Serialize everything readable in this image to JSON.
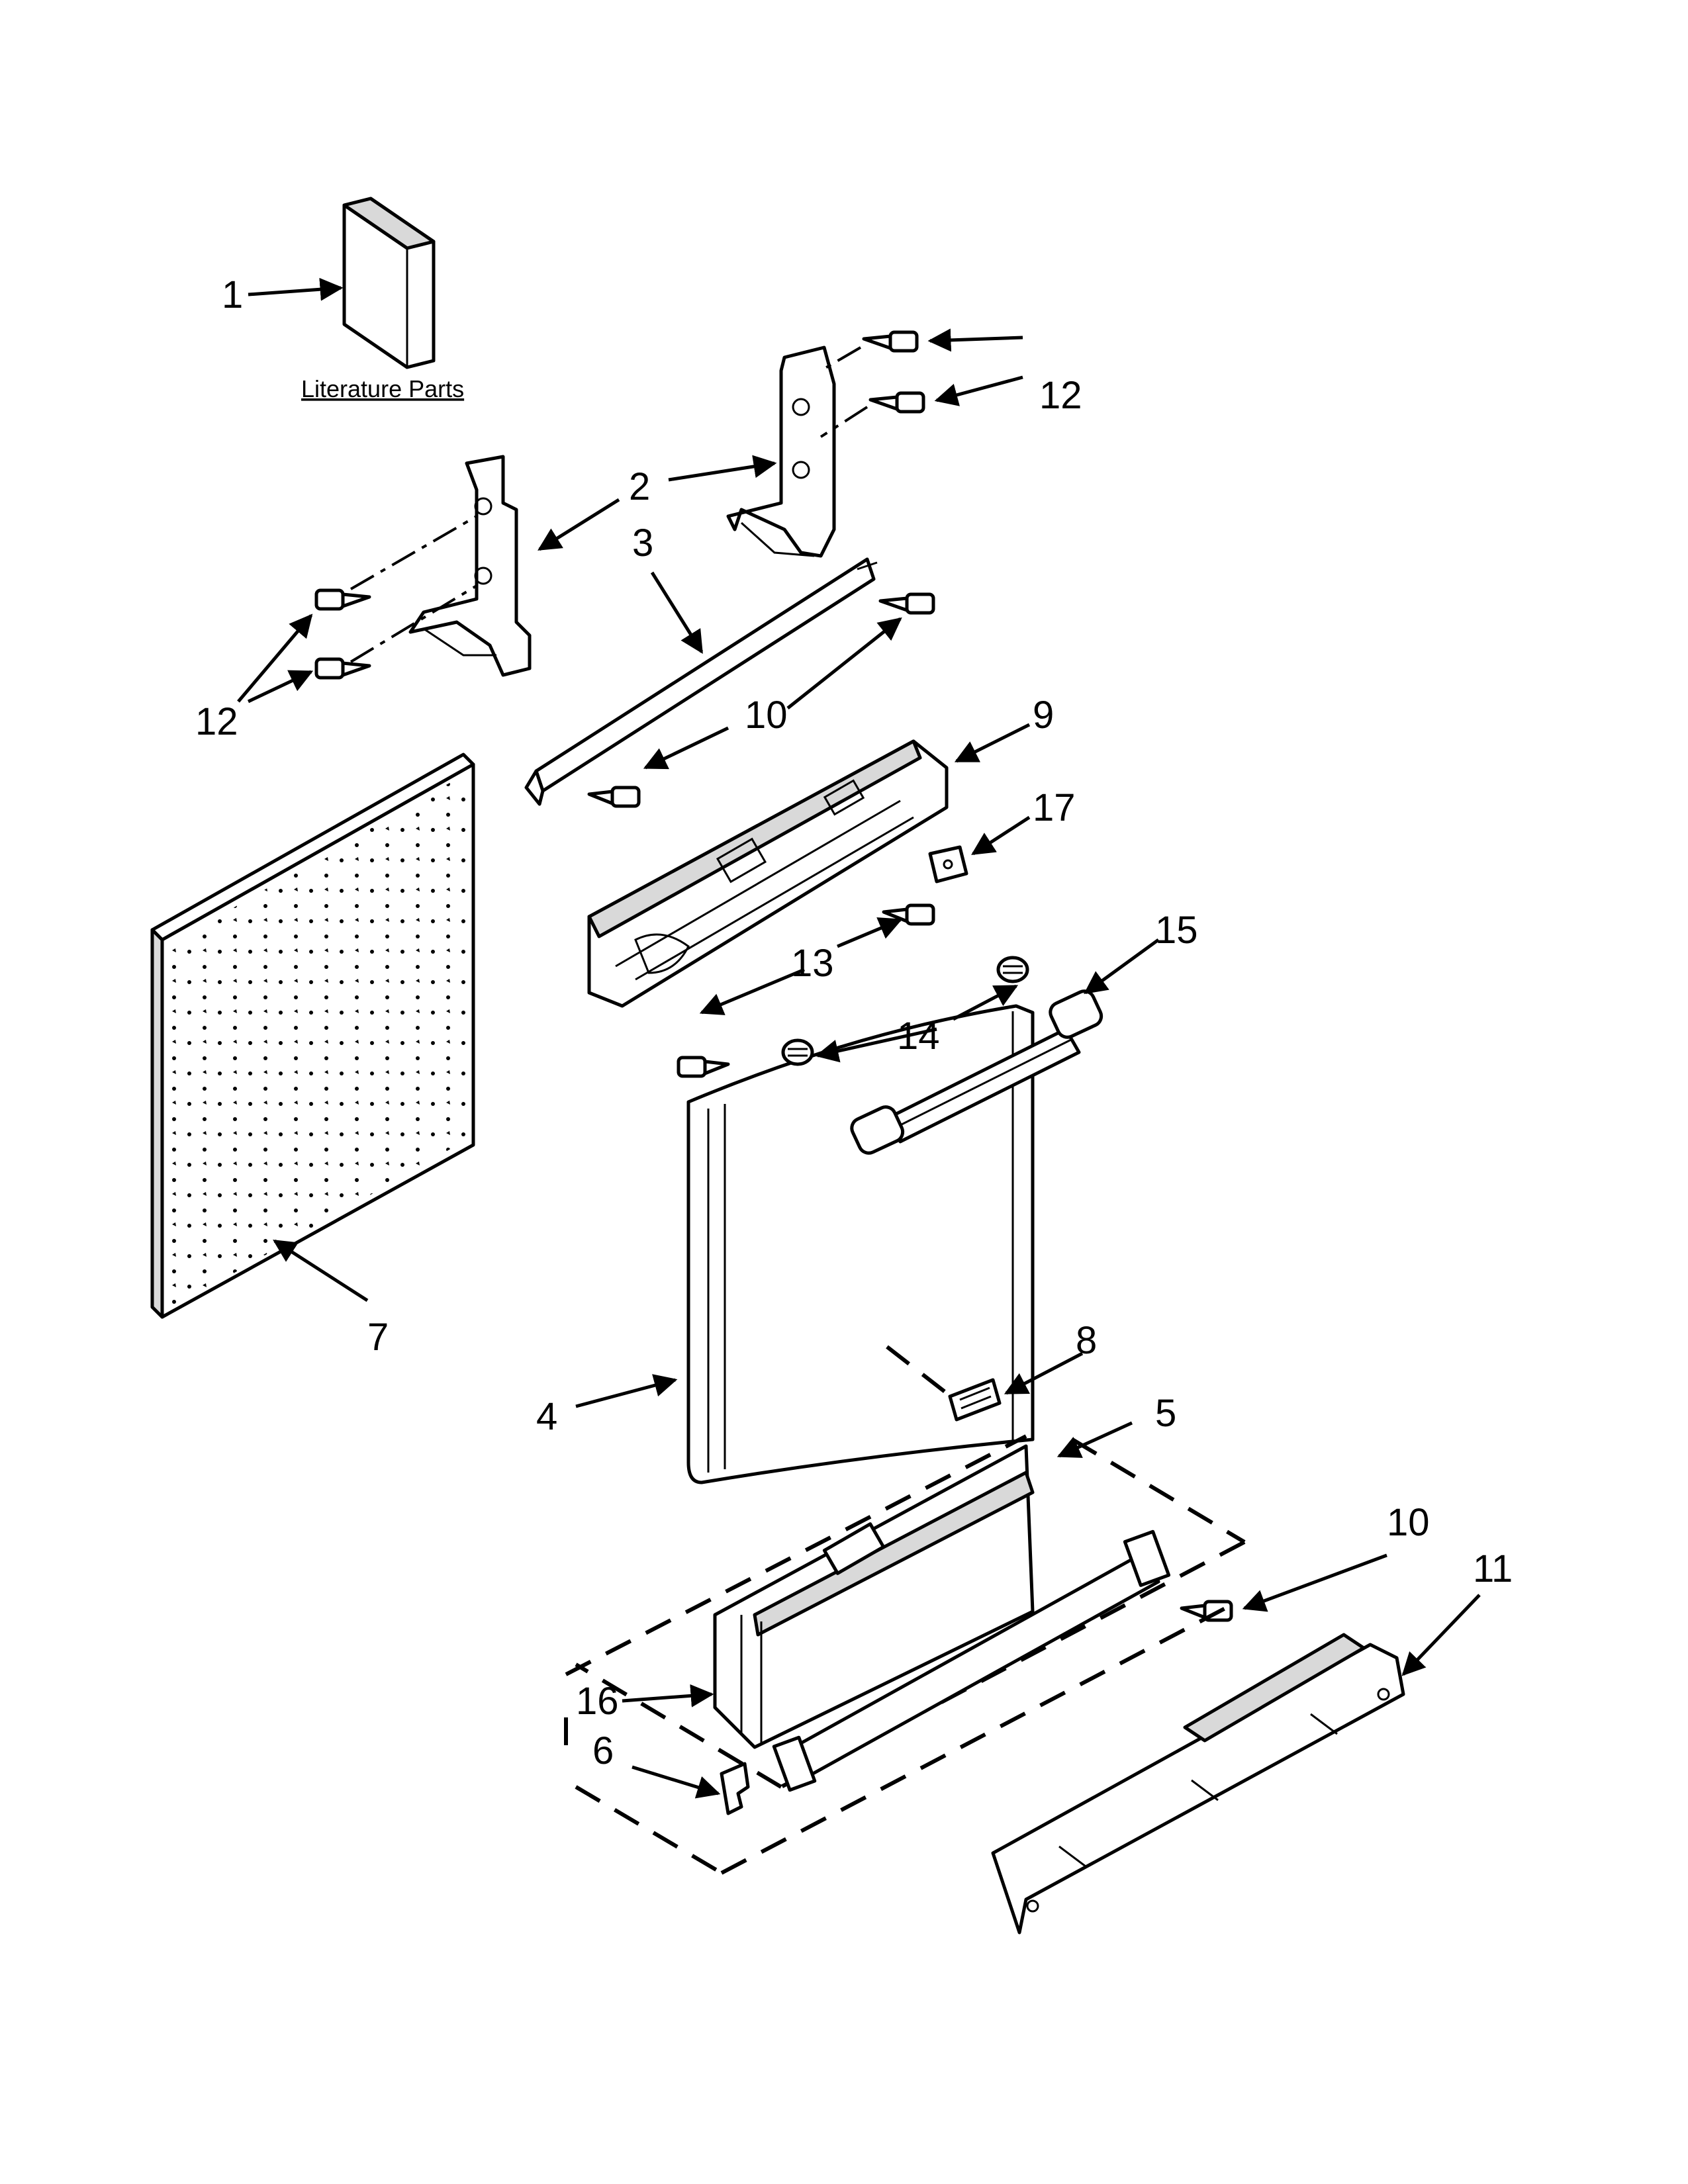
{
  "literature_label": "Literature Parts",
  "callouts": {
    "c1": "1",
    "c2": "2",
    "c3": "3",
    "c4": "4",
    "c5": "5",
    "c6": "6",
    "c7": "7",
    "c8": "8",
    "c9": "9",
    "c10a": "10",
    "c10b": "10",
    "c11": "11",
    "c12a": "12",
    "c12b": "12",
    "c13": "13",
    "c14": "14",
    "c15": "15",
    "c16": "16",
    "c17": "17"
  }
}
